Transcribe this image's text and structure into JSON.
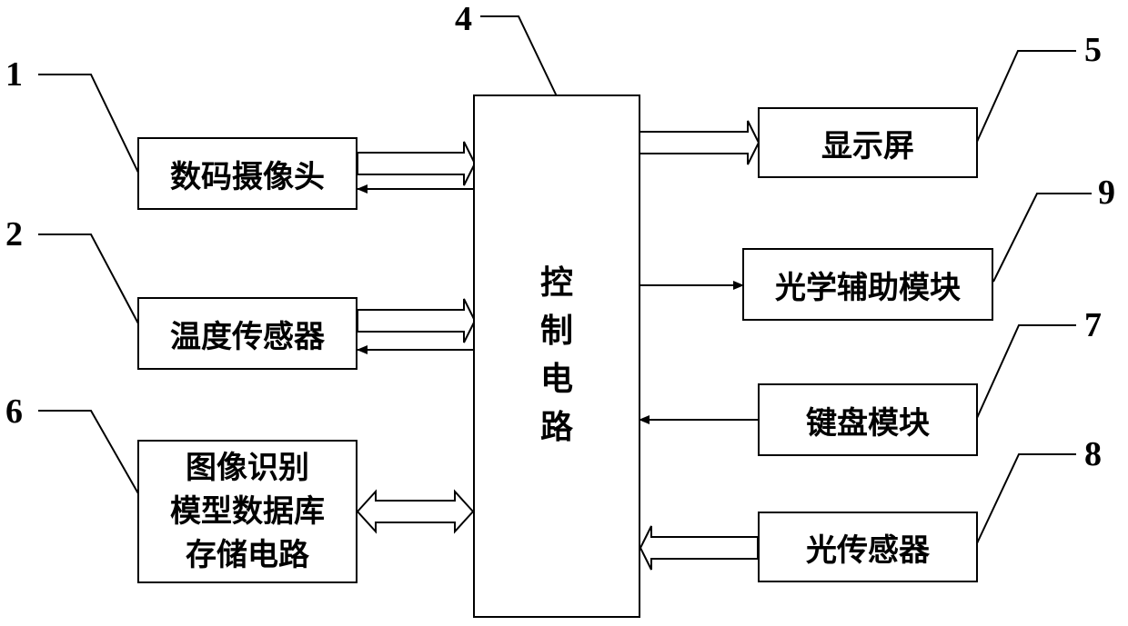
{
  "diagram": {
    "nodes": {
      "control": {
        "chars": [
          "控",
          "制",
          "电",
          "路"
        ]
      },
      "camera": {
        "label": "数码摄像头"
      },
      "temp": {
        "label": "温度传感器"
      },
      "storage": {
        "lines": [
          "图像识别",
          "模型数据库",
          "存储电路"
        ]
      },
      "display": {
        "label": "显示屏"
      },
      "optical": {
        "label": "光学辅助模块"
      },
      "keyboard": {
        "label": "键盘模块"
      },
      "light": {
        "label": "光传感器"
      }
    },
    "numbers": {
      "n1": "1",
      "n2": "2",
      "n6": "6",
      "n4": "4",
      "n5": "5",
      "n9": "9",
      "n7": "7",
      "n8": "8"
    },
    "edges": [
      {
        "from": "camera",
        "to": "control",
        "kind": "hollow arrow"
      },
      {
        "from": "control",
        "to": "camera",
        "kind": "arrow"
      },
      {
        "from": "temp",
        "to": "control",
        "kind": "hollow arrow"
      },
      {
        "from": "control",
        "to": "temp",
        "kind": "arrow"
      },
      {
        "from": "storage",
        "to": "control",
        "kind": "bidirectional hollow arrow"
      },
      {
        "from": "control",
        "to": "display",
        "kind": "hollow arrow"
      },
      {
        "from": "control",
        "to": "optical",
        "kind": "arrow"
      },
      {
        "from": "keyboard",
        "to": "control",
        "kind": "arrow"
      },
      {
        "from": "light",
        "to": "control",
        "kind": "hollow arrow"
      }
    ]
  }
}
